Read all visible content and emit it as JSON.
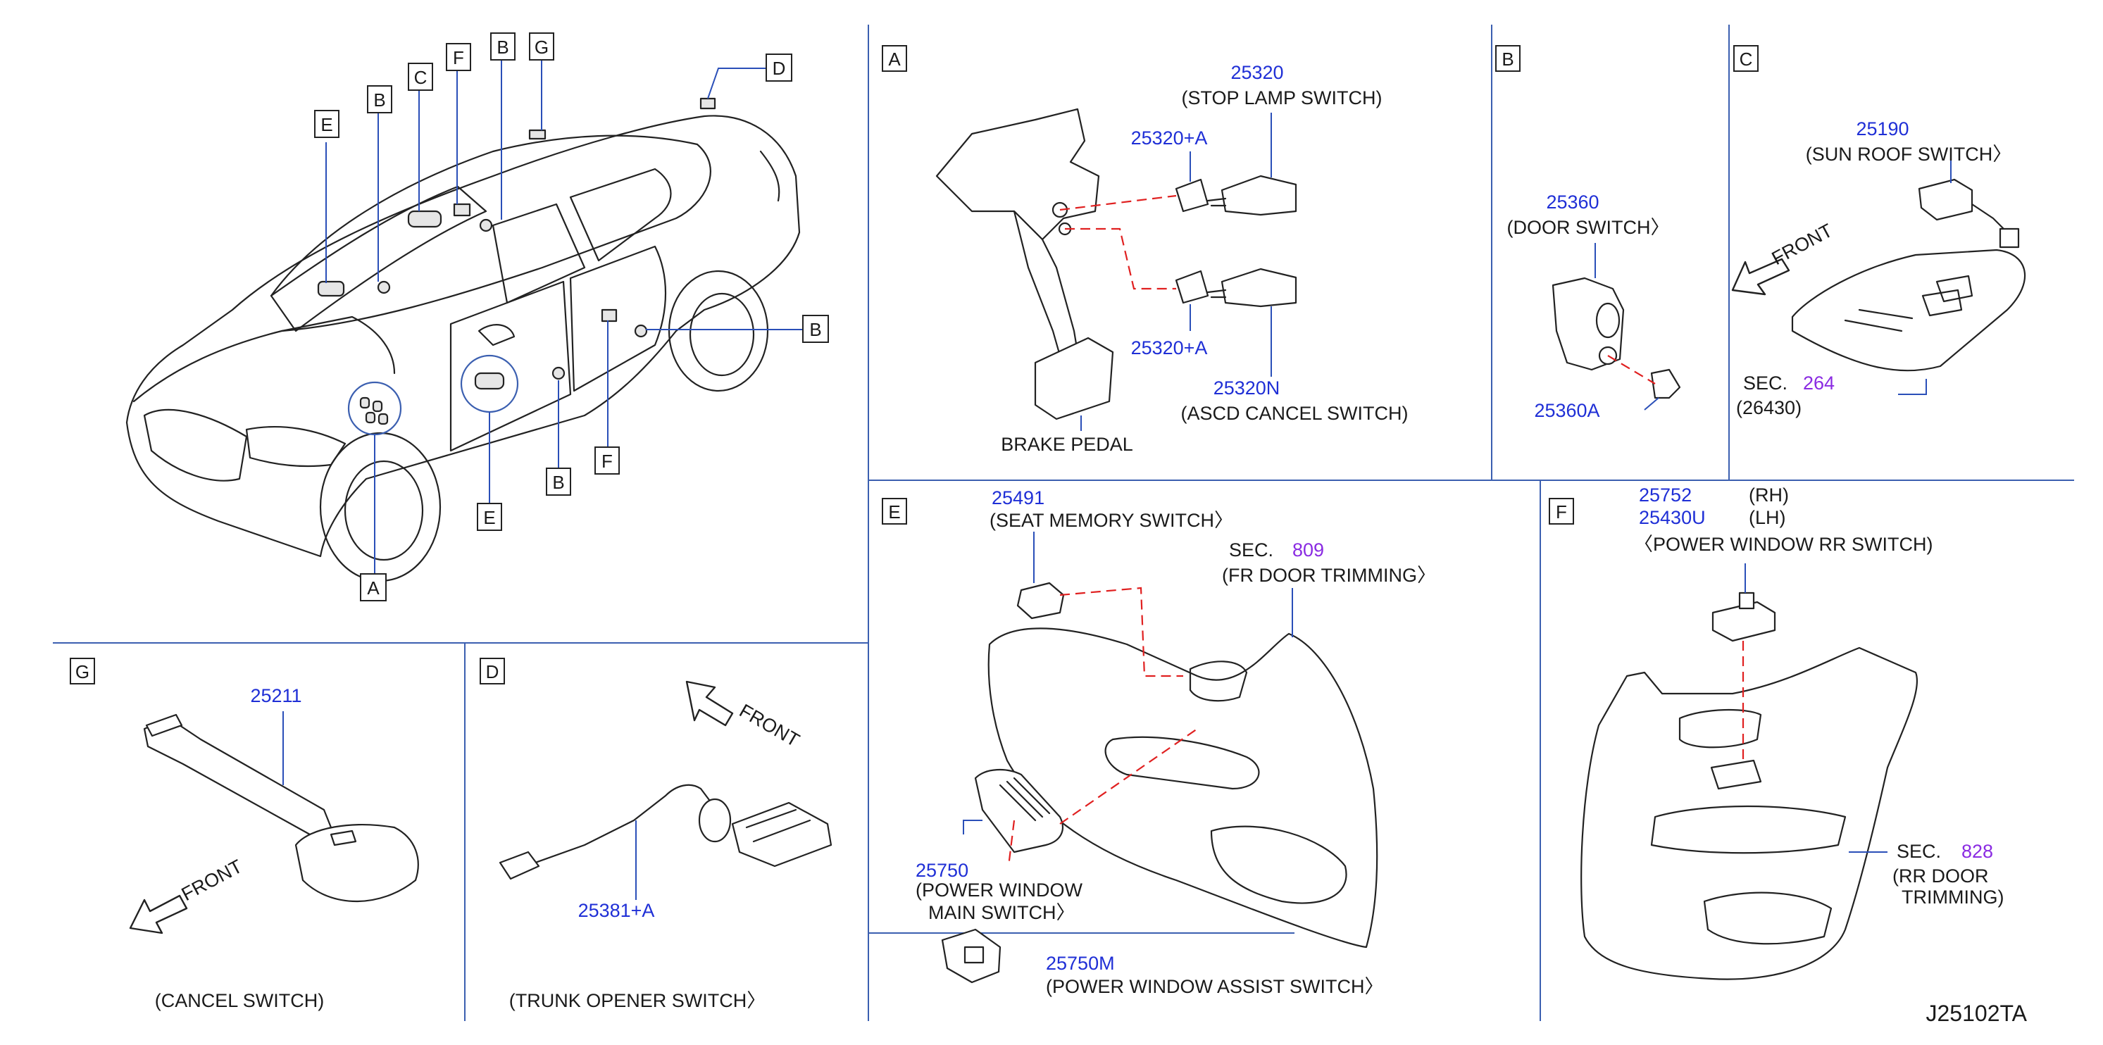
{
  "drawing_id": "J25102TA",
  "overview": {
    "callouts": {
      "a": "A",
      "b": "B",
      "c": "C",
      "d": "D",
      "e": "E",
      "f": "F",
      "g": "G"
    }
  },
  "panels": {
    "a": {
      "letter": "A",
      "stop_lamp_pn": "25320",
      "stop_lamp_name": "(STOP   LAMP   SWITCH)",
      "clip_top_pn": "25320+A",
      "clip_bottom_pn": "25320+A",
      "ascd_pn": "25320N",
      "ascd_name": "(ASCD   CANCEL   SWITCH)",
      "pedal_label": "BRAKE   PEDAL"
    },
    "b": {
      "letter": "B",
      "door_switch_pn": "25360",
      "door_switch_name": "(DOOR   SWITCH〉",
      "screw_pn": "25360A"
    },
    "c": {
      "letter": "C",
      "sunroof_pn": "25190",
      "sunroof_name": "(SUN   ROOF   SWITCH〉",
      "front": "FRONT",
      "sec_label": "SEC.",
      "sec_num": "264",
      "sec_sub": "(26430)"
    },
    "e": {
      "letter": "E",
      "seat_mem_pn": "25491",
      "seat_mem_name": "(SEAT   MEMORY   SWITCH〉",
      "sec_label": "SEC.",
      "sec_num": "809",
      "sec_sub": "(FR   DOOR   TRIMMING〉",
      "pw_main_pn": "25750",
      "pw_main_name1": "(POWER   WINDOW",
      "pw_main_name2": "MAIN   SWITCH〉",
      "pw_assist_pn": "25750M",
      "pw_assist_name": "(POWER   WINDOW         ASSIST   SWITCH〉"
    },
    "f": {
      "letter": "F",
      "rh_pn": "25752",
      "rh_tag": "(RH)",
      "lh_pn": "25430U",
      "lh_tag": "(LH)",
      "name": "〈POWER   WINDOW   RR   SWITCH)",
      "sec_label": "SEC.",
      "sec_num": "828",
      "sec_sub1": "(RR   DOOR",
      "sec_sub2": "TRIMMING)"
    },
    "g": {
      "letter": "G",
      "cancel_pn": "25211",
      "front": "FRONT",
      "name": "(CANCEL   SWITCH)"
    },
    "d": {
      "letter": "D",
      "front": "FRONT",
      "opener_pn": "25381+A",
      "name": "(TRUNK   OPENER   SWITCH〉"
    }
  },
  "colors": {
    "part_number": "#1f2fd6",
    "section_number": "#8a2be2",
    "leader_line": "#2a4fb8",
    "hidden_path": "#e02020"
  }
}
